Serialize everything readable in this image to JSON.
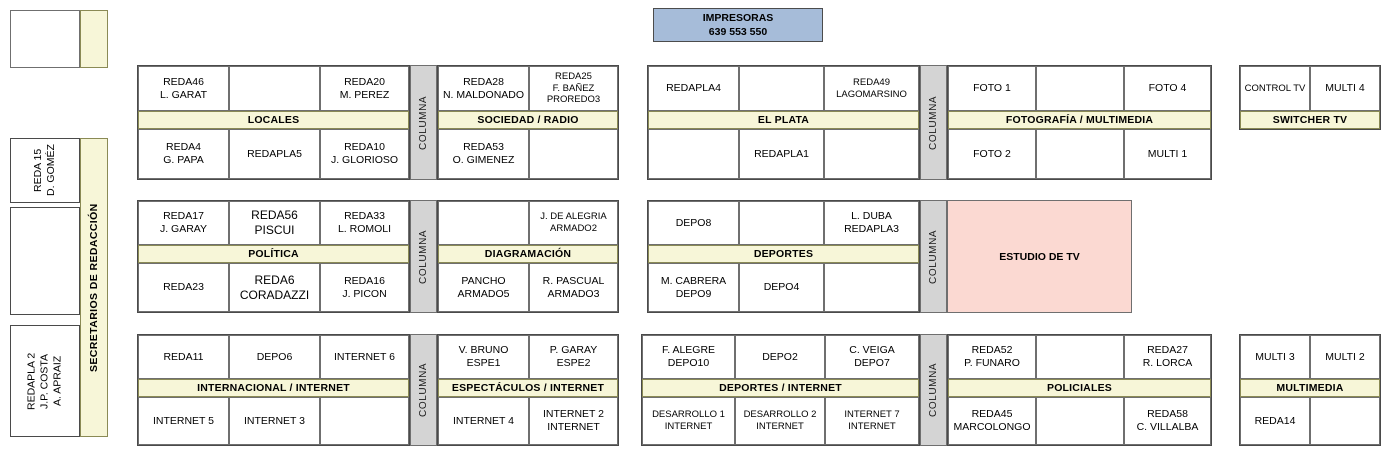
{
  "printers": {
    "title": "IMPRESORAS",
    "numbers": "639  553  550"
  },
  "sidebar": {
    "vertical_label": "SECRETARIOS DE REDACCIÓN",
    "top_box_label": "",
    "cells": [
      {
        "label": "REDA 15\nD. GOMÉZ"
      },
      {
        "label": ""
      },
      {
        "label": "REDAPLA 2\nJ.P. COSTA\nA. APRAIZ"
      }
    ]
  },
  "columna_label": "COLUMNA",
  "studio": {
    "label": "ESTUDIO DE TV"
  },
  "blocks": [
    {
      "name": "locales",
      "band": "LOCALES",
      "top": [
        "REDA46\nL. GARAT",
        "",
        "REDA20\nM. PEREZ"
      ],
      "bottom": [
        "REDA4\nG. PAPA",
        "REDAPLA5",
        "REDA10\nJ. GLORIOSO"
      ]
    },
    {
      "name": "sociedad-radio",
      "band": "SOCIEDAD / RADIO",
      "top": [
        "REDA28\nN. MALDONADO",
        "REDA25\nF. BAÑEZ\nPROREDO3"
      ],
      "bottom": [
        "REDA53\nO. GIMENEZ",
        ""
      ]
    },
    {
      "name": "el-plata",
      "band": "EL PLATA",
      "top": [
        "REDAPLA4",
        "",
        "REDA49\nLAGOMARSINO"
      ],
      "bottom": [
        "",
        "REDAPLA1",
        ""
      ]
    },
    {
      "name": "fotografia-multimedia",
      "band": "FOTOGRAFÍA / MULTIMEDIA",
      "top": [
        "FOTO 1",
        "",
        "FOTO 4"
      ],
      "bottom": [
        "FOTO 2",
        "",
        "MULTI 1"
      ]
    },
    {
      "name": "switcher-tv",
      "band": "SWITCHER TV",
      "top": [
        "CONTROL TV",
        "MULTI 4"
      ],
      "bottom": []
    },
    {
      "name": "politica",
      "band": "POLÍTICA",
      "top": [
        "REDA17\nJ. GARAY",
        "REDA56\nPISCUI",
        "REDA33\nL. ROMOLI"
      ],
      "bottom": [
        "REDA23",
        "REDA6\nCORADAZZI",
        "REDA16\nJ. PICON"
      ]
    },
    {
      "name": "diagramacion",
      "band": "DIAGRAMACIÓN",
      "top": [
        "",
        "J. DE ALEGRIA\nARMADO2"
      ],
      "bottom": [
        "PANCHO\nARMADO5",
        "R. PASCUAL\nARMADO3"
      ]
    },
    {
      "name": "deportes",
      "band": "DEPORTES",
      "top": [
        "DEPO8",
        "",
        "L. DUBA\nREDAPLA3"
      ],
      "bottom": [
        "M. CABRERA\nDEPO9",
        "DEPO4",
        ""
      ]
    },
    {
      "name": "internacional-internet",
      "band": "INTERNACIONAL / INTERNET",
      "top": [
        "REDA11",
        "DEPO6",
        "INTERNET 6"
      ],
      "bottom": [
        "INTERNET 5",
        "INTERNET 3",
        ""
      ]
    },
    {
      "name": "espectaculos-internet",
      "band": "ESPECTÁCULOS / INTERNET",
      "top": [
        "V. BRUNO\nESPE1",
        "P. GARAY\nESPE2"
      ],
      "bottom": [
        "INTERNET 4",
        "INTERNET 2\nINTERNET"
      ]
    },
    {
      "name": "deportes-internet",
      "band": "DEPORTES / INTERNET",
      "top": [
        "F. ALEGRE\nDEPO10",
        "DEPO2",
        "C. VEIGA\nDEPO7"
      ],
      "bottom": [
        "DESARROLLO 1\nINTERNET",
        "DESARROLLO 2\nINTERNET",
        "INTERNET 7\nINTERNET"
      ]
    },
    {
      "name": "policiales",
      "band": "POLICIALES",
      "top": [
        "REDA52\nP. FUNARO",
        "",
        "REDA27\nR. LORCA"
      ],
      "bottom": [
        "REDA45\nMARCOLONGO",
        "",
        "REDA58\nC. VILLALBA"
      ]
    },
    {
      "name": "multimedia",
      "band": "MULTIMEDIA",
      "top": [
        "MULTI 3",
        "MULTI 2"
      ],
      "bottom": [
        "REDA14",
        ""
      ]
    }
  ]
}
